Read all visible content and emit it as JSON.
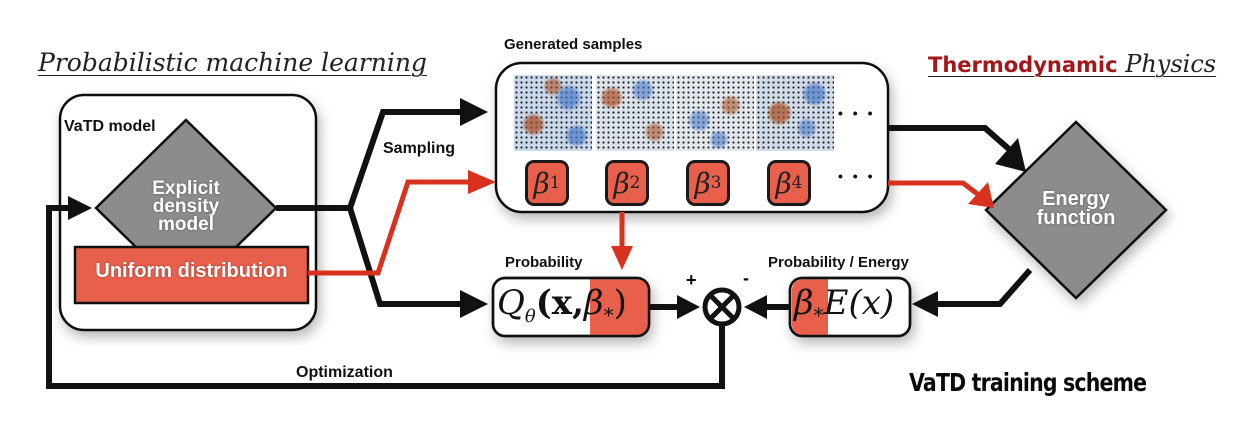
{
  "headers": {
    "left": "Probabilistic machine learning",
    "right_bold": "Thermodynamic",
    "right_italic": "Physics"
  },
  "model_box": {
    "title": "VaTD model",
    "diamond_label_lines": [
      "Explicit",
      "density",
      "model"
    ],
    "uniform_label": "Uniform distribution"
  },
  "samples_box": {
    "title": "Generated samples",
    "beta_symbols": [
      {
        "symbol": "β",
        "sub": "1"
      },
      {
        "symbol": "β",
        "sub": "2"
      },
      {
        "symbol": "β",
        "sub": "3"
      },
      {
        "symbol": "β",
        "sub": "4"
      }
    ],
    "ellipsis": "• • •"
  },
  "arrows": {
    "sampling_label": "Sampling",
    "optimization_label": "Optimization"
  },
  "energy": {
    "diamond_label_lines": [
      "Energy",
      "function"
    ]
  },
  "probability": {
    "label": "Probability",
    "formula_prefix": "Q",
    "formula_sub": "θ",
    "formula_args": "(x,",
    "beta_star": "β",
    "beta_star_sub": "*",
    "close_paren": ")"
  },
  "combiner": {
    "plus": "+",
    "minus": "-",
    "symbol": "⊗"
  },
  "prob_energy": {
    "label": "Probability / Energy",
    "beta_star": "β",
    "beta_star_sub": "*",
    "energy_formula": "E(x)"
  },
  "footer": {
    "title": "VaTD training scheme"
  },
  "colors": {
    "accent_red": "#e8604c",
    "arrow_red": "#d8321e",
    "diamond_gray": "#8c8c8c",
    "title_red": "#a3161a"
  }
}
